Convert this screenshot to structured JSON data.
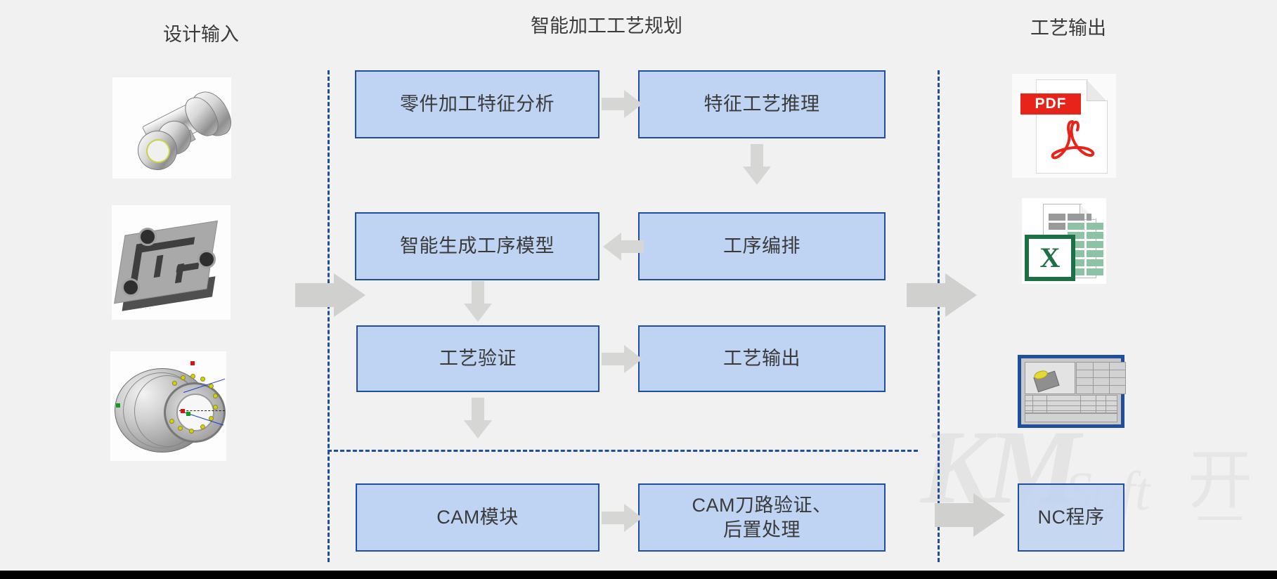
{
  "columns": {
    "design_input": "设计输入",
    "planning": "智能加工工艺规划",
    "output": "工艺输出"
  },
  "boxes": {
    "feature_analysis": "零件加工特征分析",
    "feature_reasoning": "特征工艺推理",
    "generate_model": "智能生成工序模型",
    "sequencing": "工序编排",
    "verification": "工艺验证",
    "process_output": "工艺输出",
    "cam_module": "CAM模块",
    "cam_path_line1": "CAM刀路验证、",
    "cam_path_line2": "后置处理",
    "nc_program": "NC程序"
  },
  "icons": {
    "pdf_label": "PDF",
    "excel_label": "X",
    "design_thumb_1": "3d-shaft-housing-model",
    "design_thumb_2": "3d-mold-base-plate-model",
    "design_thumb_3": "3d-engine-casing-model",
    "output_thumb_1": "pdf-document-icon",
    "output_thumb_2": "excel-spreadsheet-icon",
    "output_thumb_3": "process-sheet-screenshot"
  },
  "watermark": {
    "km": "KM",
    "soft": "Soft",
    "cn": "开目"
  },
  "colors": {
    "background": "#f1f1f1",
    "box_fill": "#bfd3f2",
    "box_border": "#1f4e9c",
    "arrow": "#d6d6d4",
    "big_arrow": "#d0d0ce",
    "dash_line": "#1f4e9c",
    "pdf_red": "#e8241a",
    "excel_green": "#1d7045",
    "text": "#3a3a3a"
  }
}
